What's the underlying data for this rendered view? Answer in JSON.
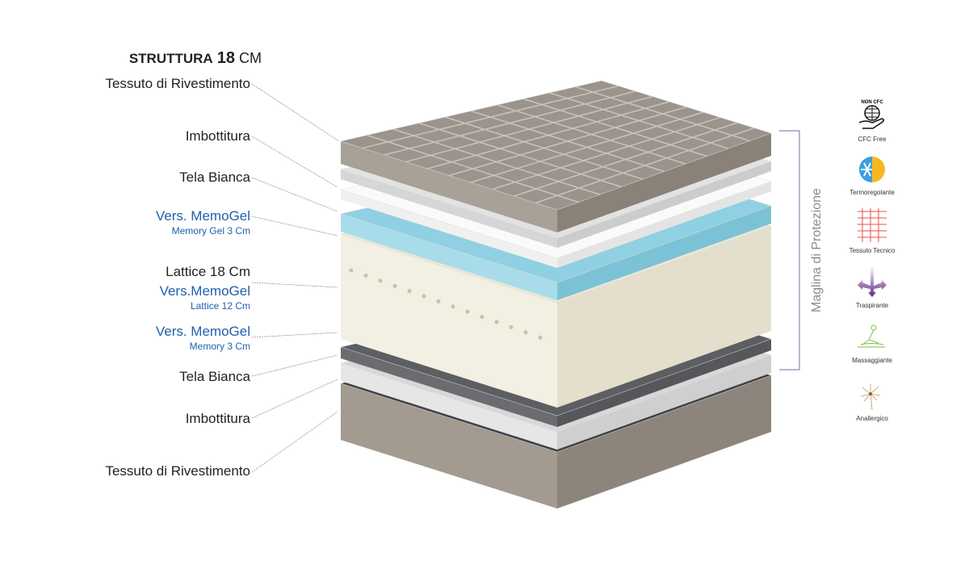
{
  "title": {
    "word": "STRUTTURA",
    "num": "18",
    "unit": "CM"
  },
  "labels": [
    {
      "text": "Tessuto di Rivestimento"
    },
    {
      "text": "Imbottitura"
    },
    {
      "text": "Tela Bianca"
    },
    {
      "text": "Vers. MemoGel",
      "sub": "Memory Gel 3 Cm"
    },
    {
      "text": "Lattice 18 Cm"
    },
    {
      "text": "Vers.MemoGel",
      "sub": "Lattice 12 Cm"
    },
    {
      "text": "Vers. MemoGel",
      "sub": "Memory 3 Cm"
    },
    {
      "text": "Tela Bianca"
    },
    {
      "text": "Imbottitura"
    },
    {
      "text": "Tessuto di Rivestimento"
    }
  ],
  "bracket_label": "Maglina di Protezione",
  "features": [
    {
      "label": "CFC Free",
      "icon": "non-cfc-globe-hand",
      "badge": "NON CFC"
    },
    {
      "label": "Termoregolante",
      "icon": "snow-sun"
    },
    {
      "label": "Tessuto Tecnico",
      "icon": "fabric-weave"
    },
    {
      "label": "Traspirante",
      "icon": "airflow-arrows"
    },
    {
      "label": "Massaggiante",
      "icon": "massage"
    },
    {
      "label": "Anallergico",
      "icon": "dandelion"
    }
  ],
  "colors": {
    "blue_text": "#1f5fae",
    "memogel": "#8fd0e2",
    "latex": "#ebe7d6",
    "green": "#8cc63f",
    "cover": "#9b948c"
  }
}
